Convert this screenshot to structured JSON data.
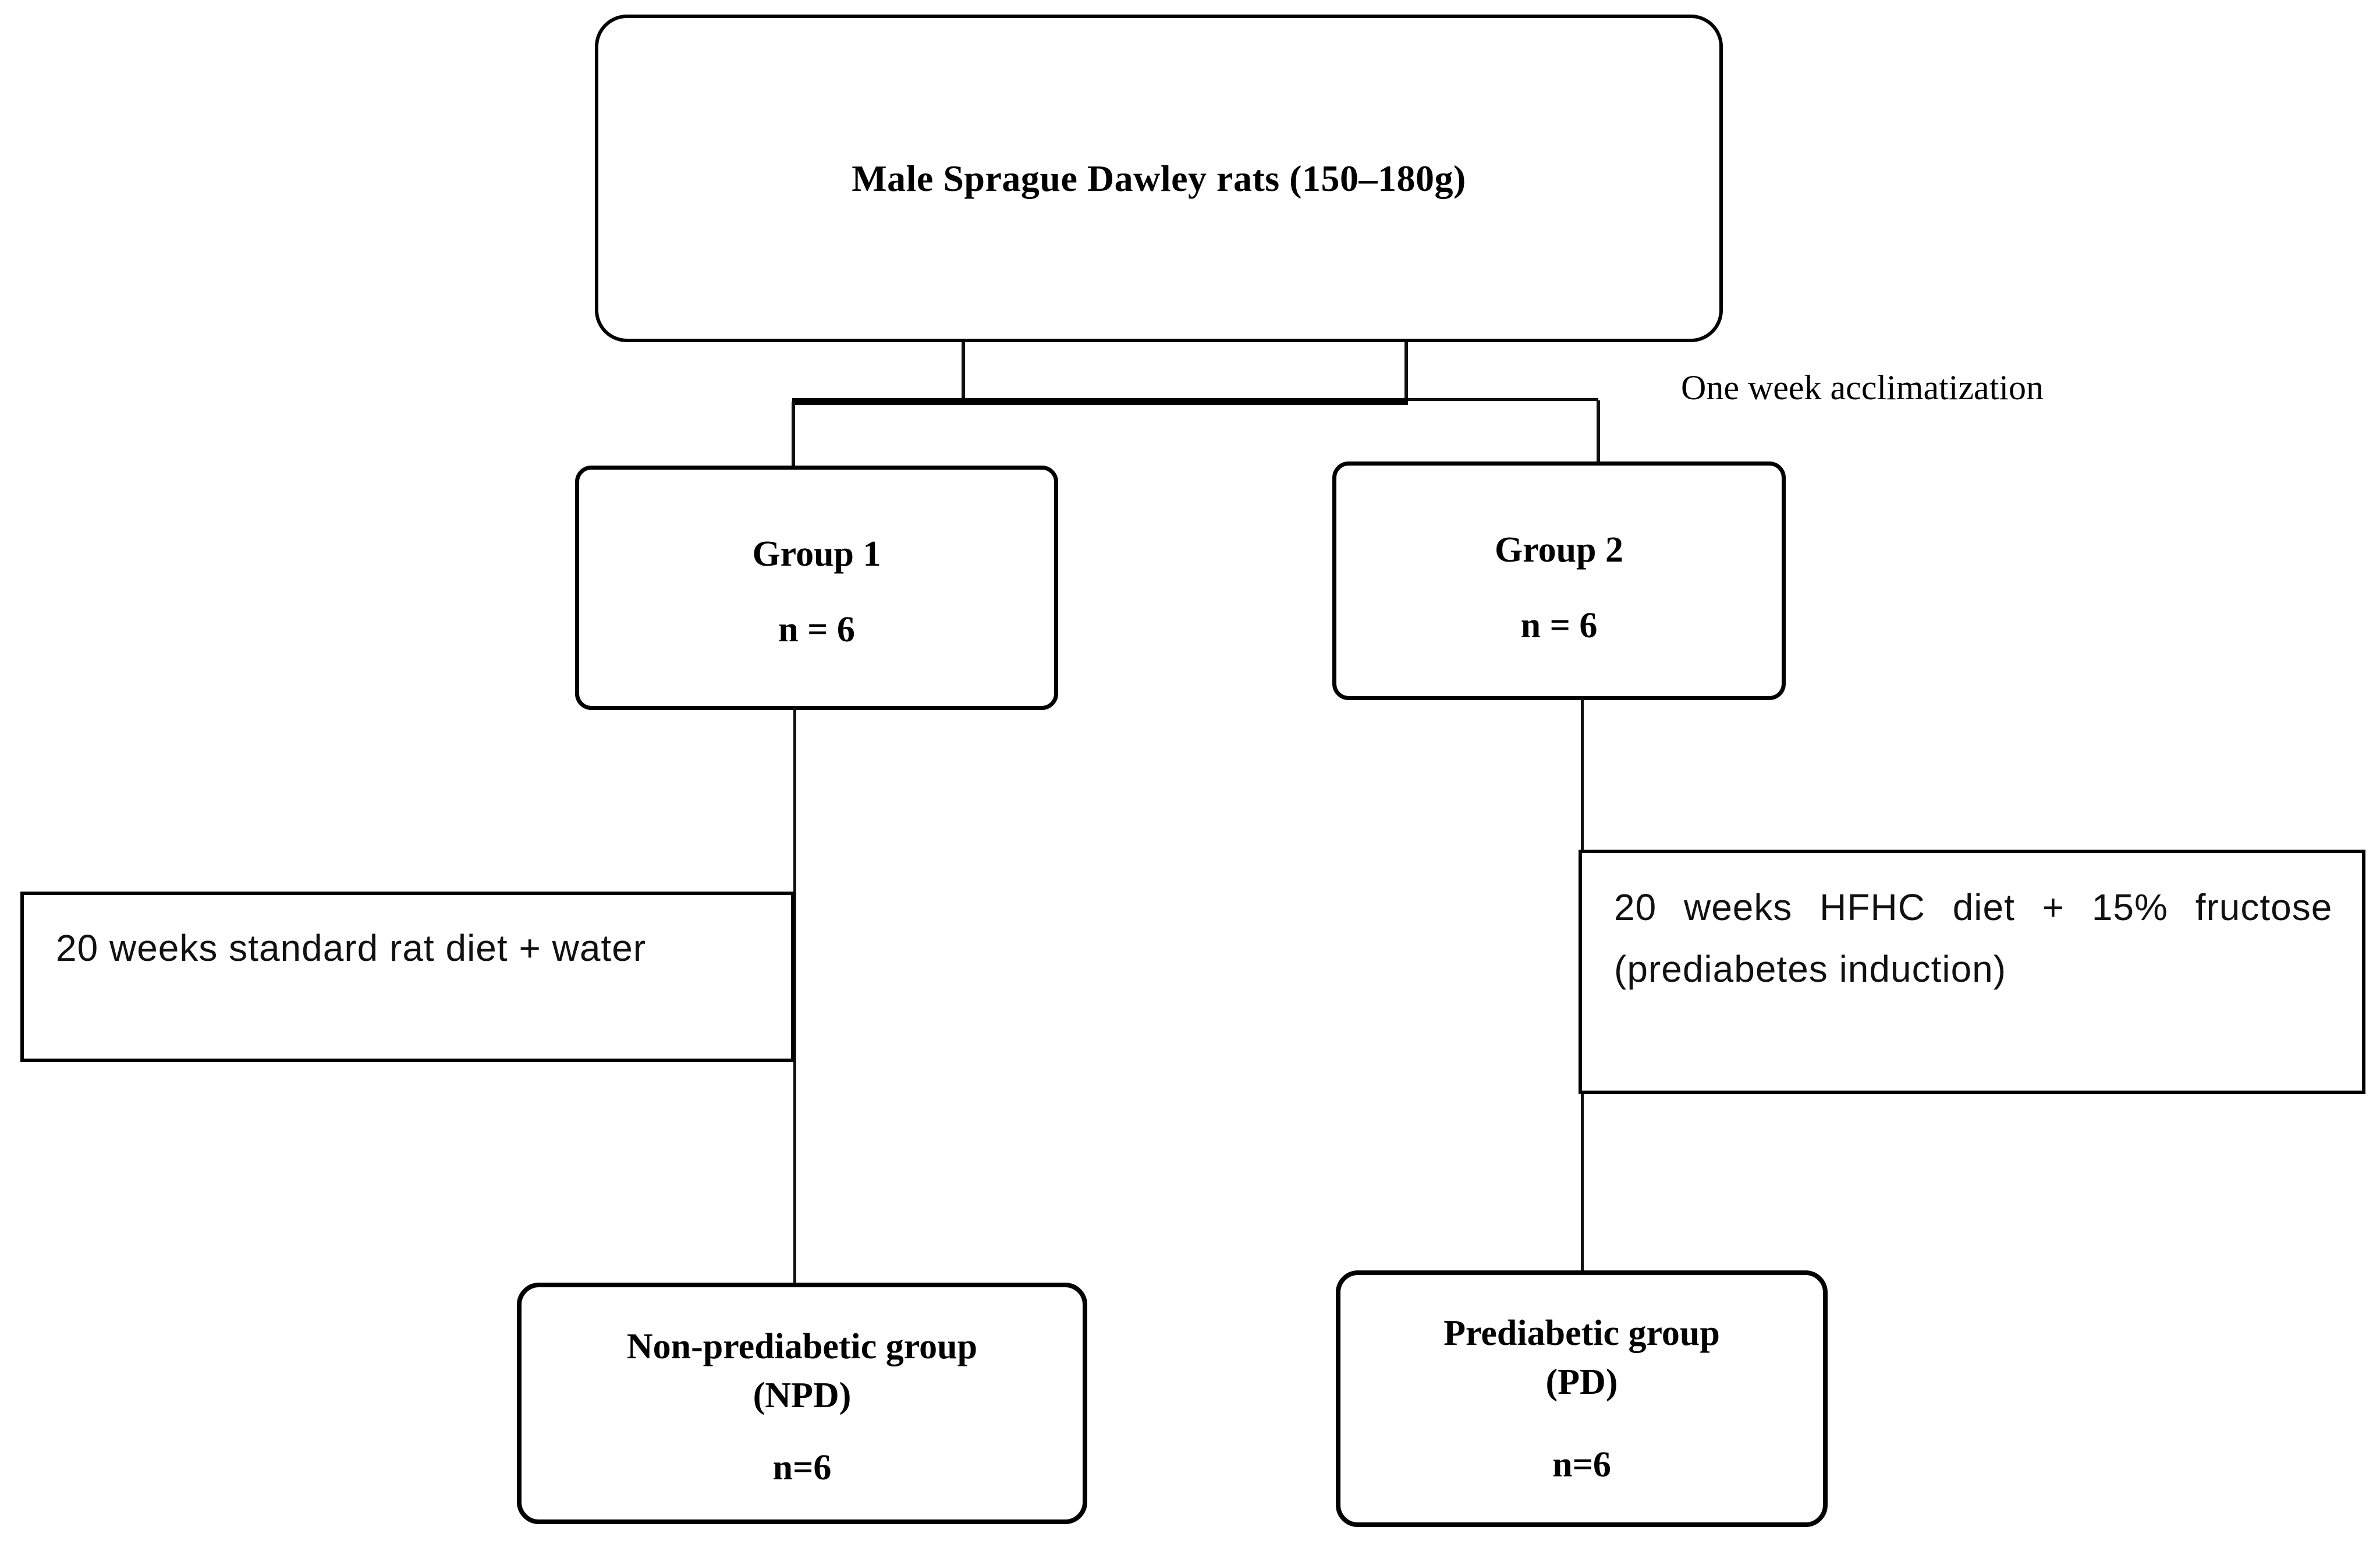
{
  "diagram": {
    "title_box": {
      "label": "Male Sprague Dawley rats (150–180g)"
    },
    "acclimatization_note": "One week acclimatization",
    "group1": {
      "label": "Group 1",
      "n": "n = 6"
    },
    "group2": {
      "label": "Group 2",
      "n": "n = 6"
    },
    "left_treatment": {
      "line1": "20 weeks standard rat diet + water"
    },
    "right_treatment": {
      "line1": "20 weeks HFHC diet + 15% fructose",
      "line2": "(prediabetes induction)"
    },
    "npd": {
      "line1": "Non-prediabetic group",
      "line2": "(NPD)",
      "n": "n=6"
    },
    "pd": {
      "line1": "Prediabetic group",
      "line2": "(PD)",
      "n": "n=6"
    },
    "colors": {
      "line": "#000000",
      "background": "#ffffff",
      "text": "#000000"
    }
  }
}
